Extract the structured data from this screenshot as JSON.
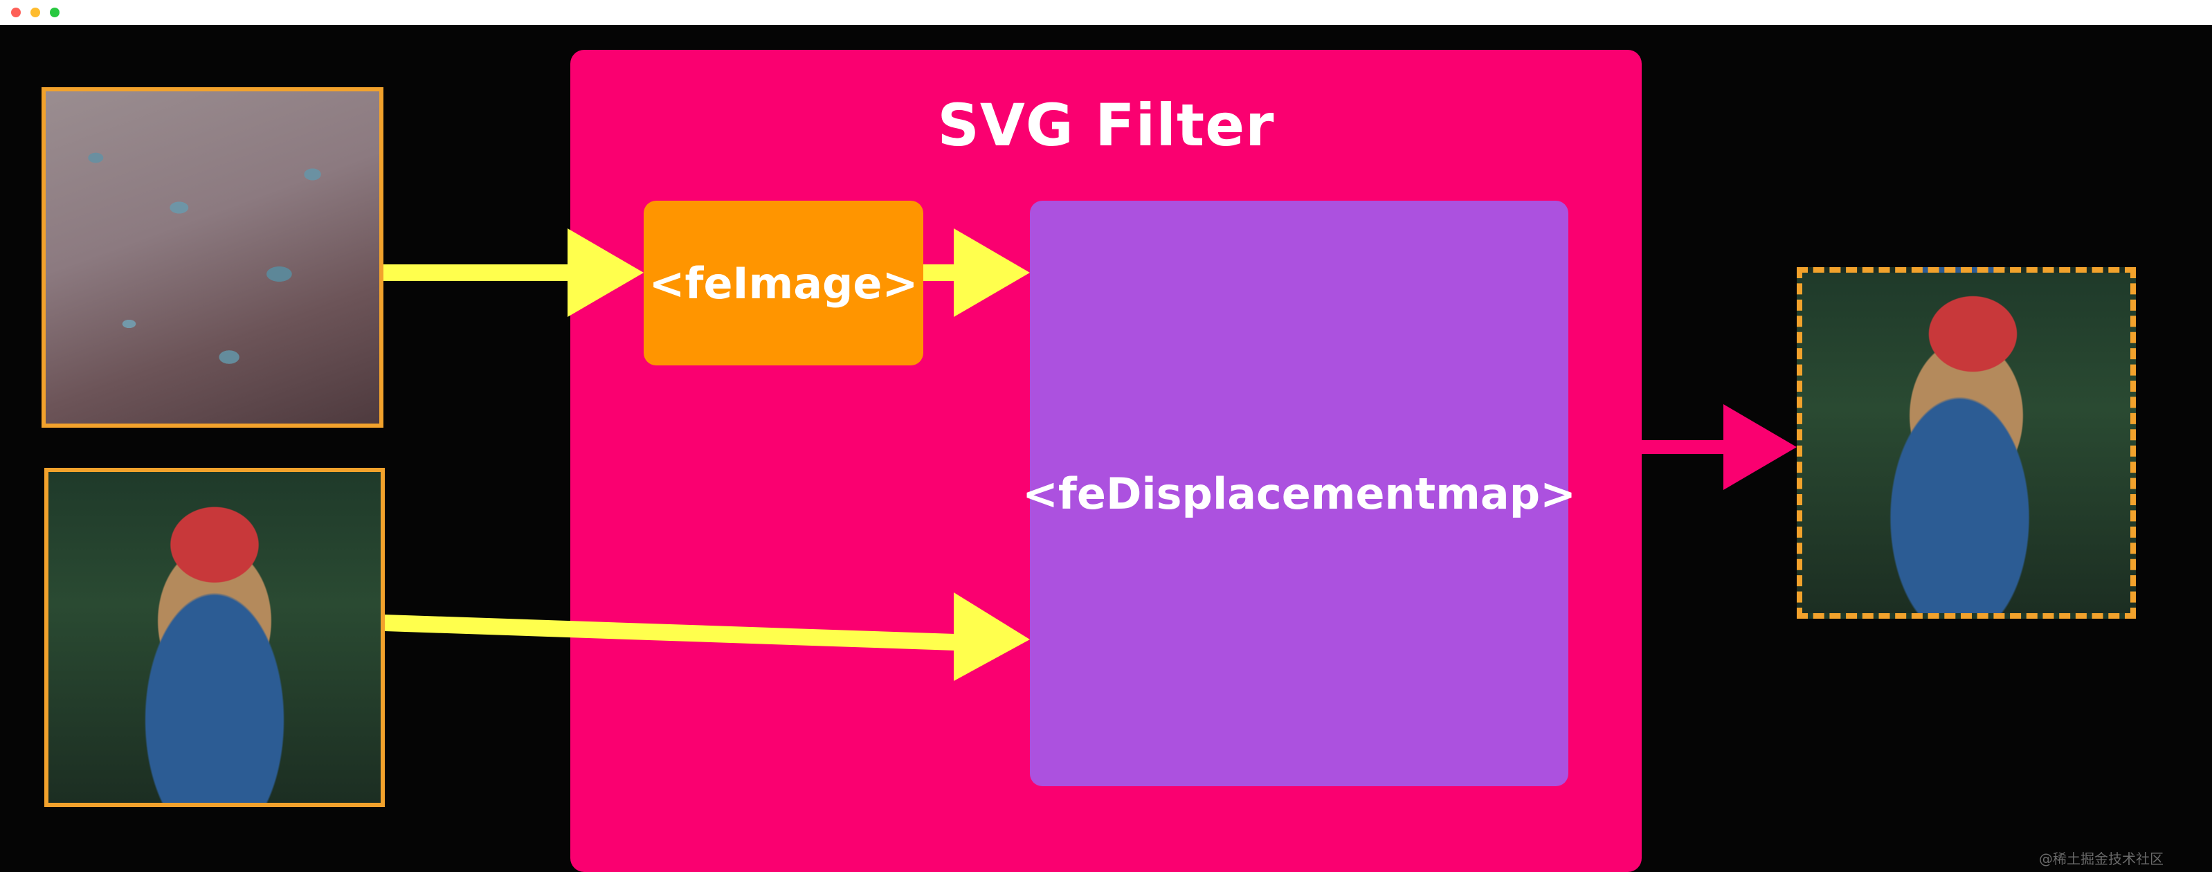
{
  "diagram": {
    "title": "SVG Filter",
    "nodes": {
      "feimage": "<feImage>",
      "fedisplacementmap": "<feDisplacementmap>"
    }
  },
  "watermark": "@稀土掘金技术社区",
  "colors": {
    "filter_box": "#fa0070",
    "feimage_node": "#ff9500",
    "fedisplacementmap_node": "#ac51df",
    "input_arrows": "#ffff4d",
    "output_arrow": "#fa0070",
    "image_border": "#f2a22c"
  }
}
